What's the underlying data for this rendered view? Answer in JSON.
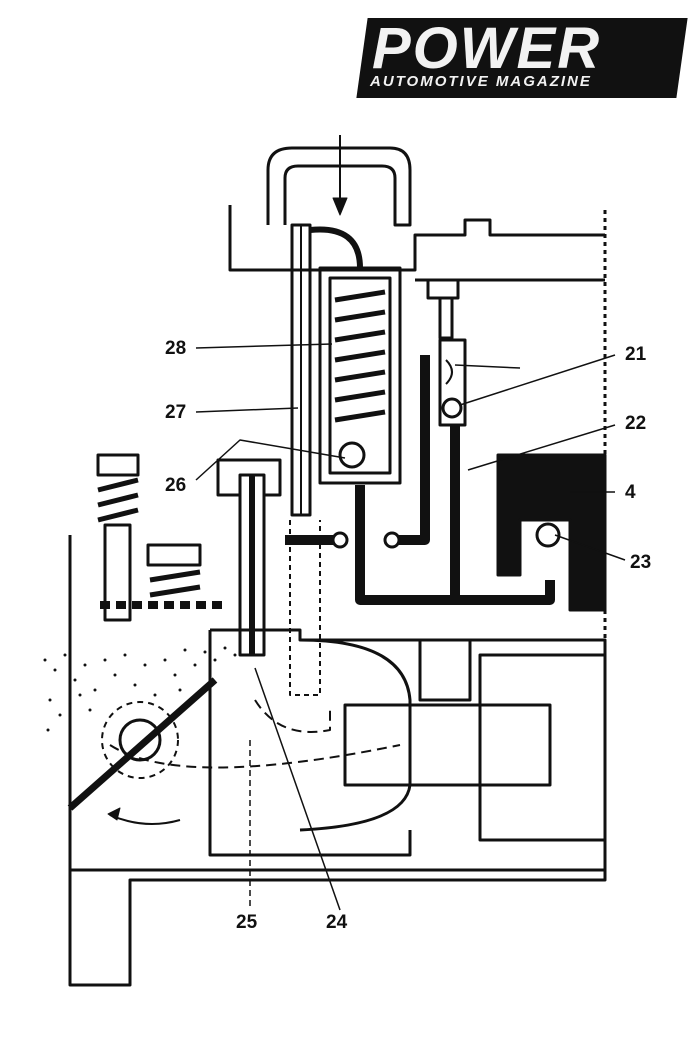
{
  "logo": {
    "title": "POWER",
    "subtitle": "AUTOMOTIVE MAGAZINE"
  },
  "labels": {
    "l4": "4",
    "l21": "21",
    "l22": "22",
    "l23": "23",
    "l24": "24",
    "l25": "25",
    "l26": "26",
    "l27": "27",
    "l28": "28"
  }
}
